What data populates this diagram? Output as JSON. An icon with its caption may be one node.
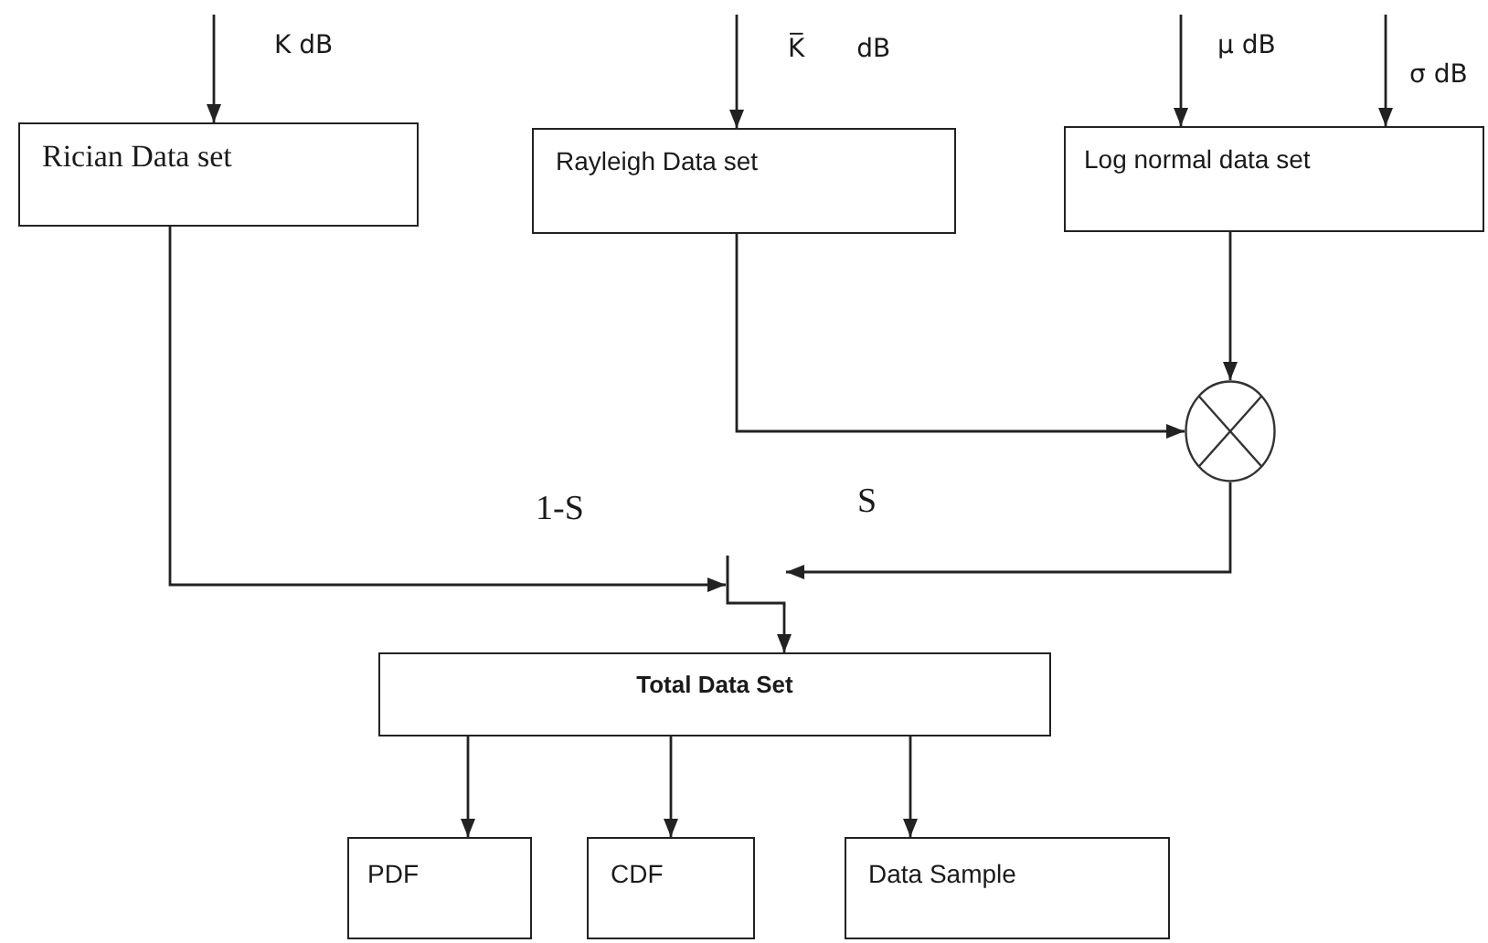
{
  "diagram": {
    "nodes": [
      {
        "text": [
          "Rician Data set"
        ]
      },
      {
        "text": [
          "Rayleigh Data set"
        ]
      },
      {
        "text": [
          "Log normal data set"
        ]
      },
      {
        "text": [],
        "shape": "circle"
      },
      {
        "text": [],
        "shape": "switch"
      },
      {
        "text": [
          "Total Data Set"
        ]
      },
      {
        "text": [
          "PDF"
        ]
      },
      {
        "text": [
          "CDF"
        ]
      },
      {
        "text": [
          "Data Sample"
        ]
      }
    ],
    "edges": [
      {
        "from": null,
        "to": 0,
        "arrow": "to",
        "label": "K dB"
      },
      {
        "from": null,
        "to": 1,
        "arrow": "to",
        "label": "K̅ dB"
      },
      {
        "from": null,
        "to": 2,
        "arrow": "to",
        "label": "μ dB"
      },
      {
        "from": null,
        "to": 2,
        "arrow": "to",
        "label": "σ dB"
      },
      {
        "from": 1,
        "to": 3,
        "arrow": "to"
      },
      {
        "from": 2,
        "to": 3,
        "arrow": "to"
      },
      {
        "from": 0,
        "to": 4,
        "arrow": "to",
        "label": "1-S"
      },
      {
        "from": 3,
        "to": 4,
        "arrow": "to",
        "label": "S"
      },
      {
        "from": 4,
        "to": 5,
        "arrow": "to"
      },
      {
        "from": 5,
        "to": 6,
        "arrow": "to"
      },
      {
        "from": 5,
        "to": 7,
        "arrow": "to"
      },
      {
        "from": 5,
        "to": 8,
        "arrow": "to"
      }
    ]
  }
}
